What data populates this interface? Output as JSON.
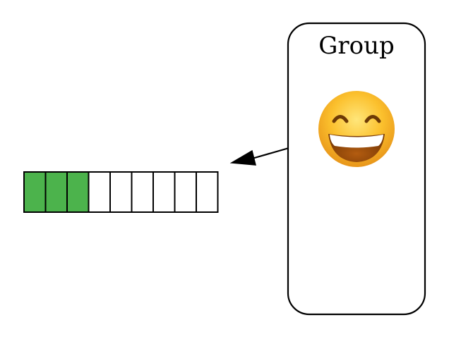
{
  "cluster": {
    "label": "Group",
    "node_icon": "grinning-face-with-smiling-eyes"
  },
  "progress": {
    "filled": 3,
    "total": 9,
    "fill_color": "#4cb34c",
    "empty_color": "#ffffff"
  },
  "edge": {
    "from": "Group",
    "to": "progress-bar",
    "arrowhead": "filled-triangle"
  },
  "colors": {
    "stroke": "#000000",
    "background": "#ffffff"
  }
}
